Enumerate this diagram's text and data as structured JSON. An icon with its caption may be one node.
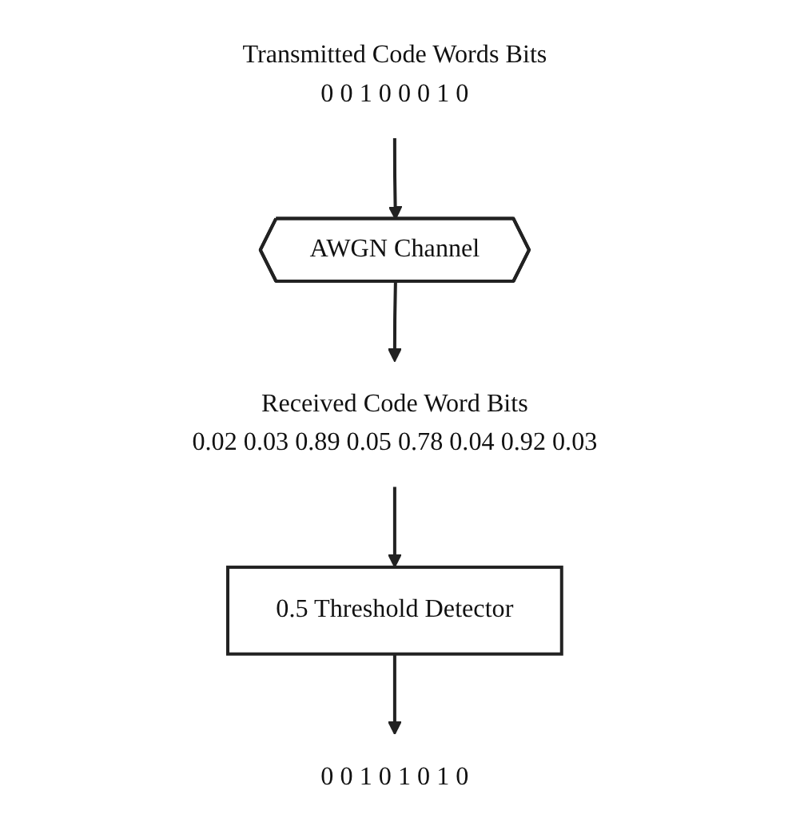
{
  "diagram": {
    "nodes": [
      {
        "text": [
          "Transmitted Code Words Bits",
          "0 0 1 0 0 0 1 0"
        ]
      },
      {
        "text": [
          "AWGN Channel"
        ]
      },
      {
        "text": [
          "Received Code Word Bits",
          "0.02 0.03 0.89 0.05 0.78 0.04 0.92 0.03"
        ]
      },
      {
        "text": [
          "0.5 Threshold Detector"
        ]
      },
      {
        "text": [
          "0 0 1 0 1 0 1 0"
        ]
      }
    ],
    "edges": [
      {
        "from": 0,
        "to": 1,
        "arrow": "to"
      },
      {
        "from": 1,
        "to": 2,
        "arrow": "to"
      },
      {
        "from": 2,
        "to": 3,
        "arrow": "to"
      },
      {
        "from": 3,
        "to": 4,
        "arrow": "to"
      }
    ]
  }
}
